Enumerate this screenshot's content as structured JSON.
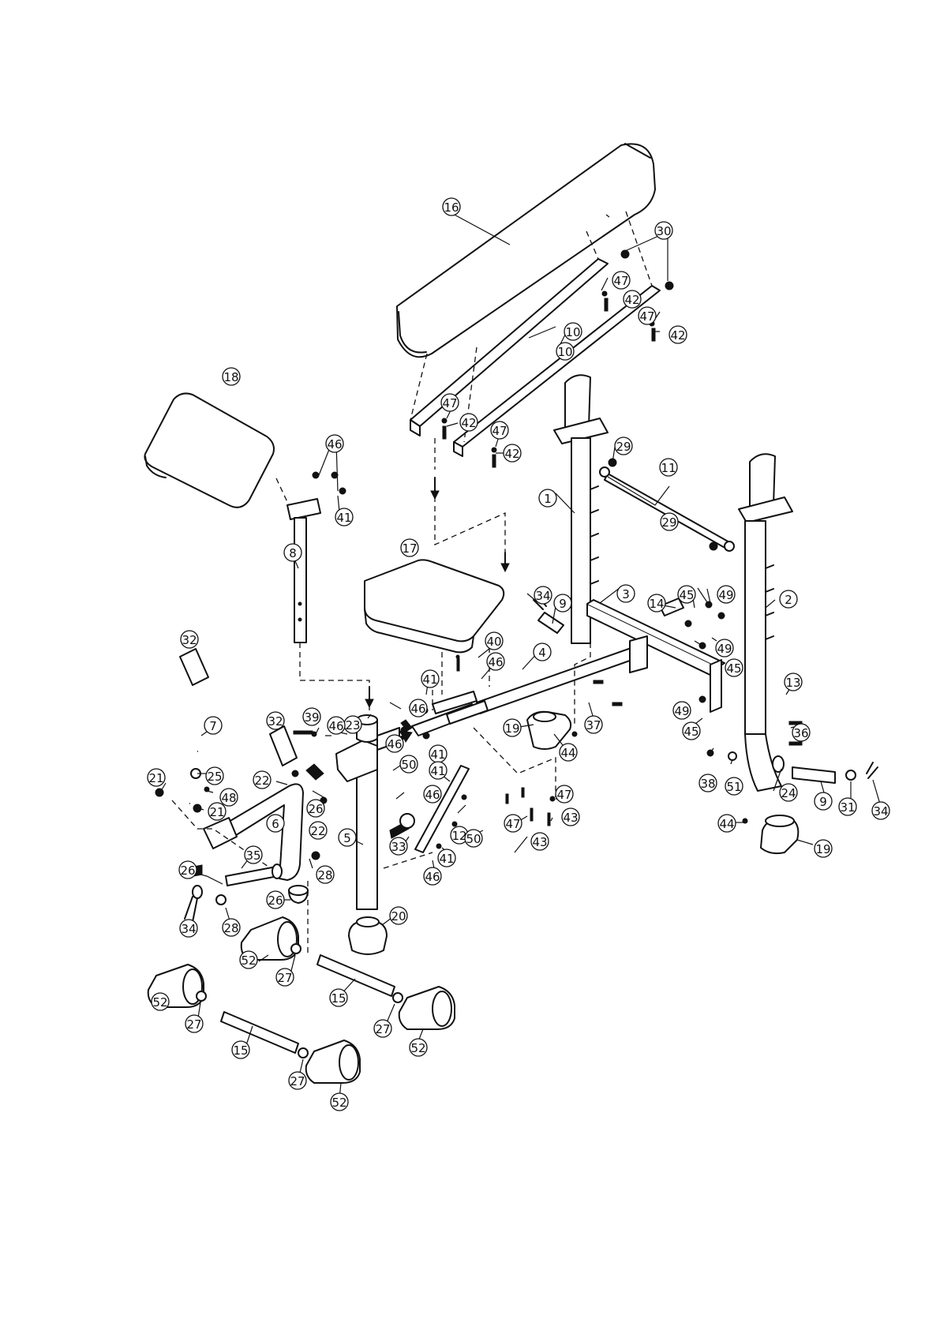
{
  "diagram": {
    "footer_text": "",
    "callouts": [
      "16",
      "30",
      "47",
      "42",
      "47",
      "42",
      "10",
      "10",
      "47",
      "42",
      "47",
      "42",
      "18",
      "46",
      "41",
      "8",
      "29",
      "11",
      "1",
      "29",
      "2",
      "17",
      "34",
      "9",
      "3",
      "14",
      "45",
      "49",
      "49",
      "45",
      "40",
      "46",
      "4",
      "41",
      "46",
      "41",
      "32",
      "23",
      "32",
      "39",
      "46",
      "7",
      "13",
      "36",
      "19",
      "37",
      "49",
      "45",
      "44",
      "21",
      "25",
      "48",
      "21",
      "22",
      "26",
      "22",
      "46",
      "50",
      "46",
      "41",
      "6",
      "47",
      "43",
      "47",
      "43",
      "38",
      "51",
      "24",
      "9",
      "31",
      "34",
      "44",
      "19",
      "5",
      "33",
      "12",
      "50",
      "26",
      "35",
      "28",
      "41",
      "46",
      "34",
      "28",
      "26",
      "20",
      "52",
      "27",
      "15",
      "52",
      "27",
      "27",
      "52",
      "15",
      "27",
      "52"
    ]
  }
}
